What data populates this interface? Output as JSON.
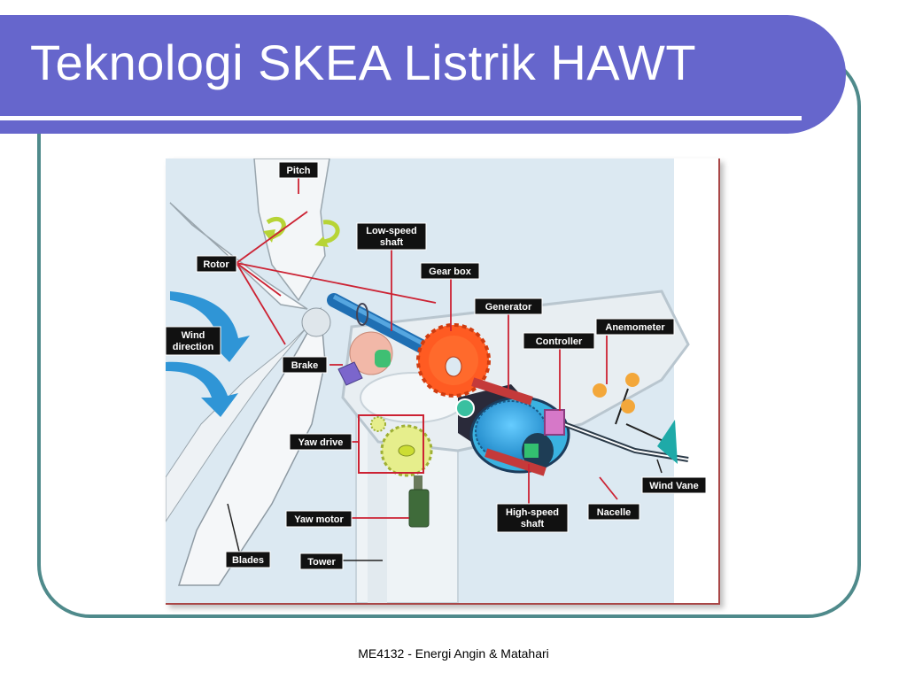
{
  "slide": {
    "title": "Teknologi SKEA Listrik HAWT",
    "footer": "ME4132 - Energi Angin & Matahari"
  },
  "diagram": {
    "labels": {
      "pitch": "Pitch",
      "rotor": "Rotor",
      "low_speed_1": "Low-speed",
      "low_speed_2": "shaft",
      "gear_box": "Gear box",
      "generator": "Generator",
      "anemometer": "Anemometer",
      "controller": "Controller",
      "wind_direction_1": "Wind",
      "wind_direction_2": "direction",
      "brake": "Brake",
      "yaw_drive": "Yaw drive",
      "wind_vane": "Wind Vane",
      "yaw_motor": "Yaw motor",
      "high_speed_1": "High-speed",
      "high_speed_2": "shaft",
      "nacelle": "Nacelle",
      "blades": "Blades",
      "tower": "Tower"
    }
  },
  "colors": {
    "title_bar": "#6666cc",
    "frame_border": "#4f8a8b",
    "callout_line": "#cc2233",
    "gear": "#ff5522",
    "shaft": "#2277cc",
    "generator": "#33aadd"
  }
}
